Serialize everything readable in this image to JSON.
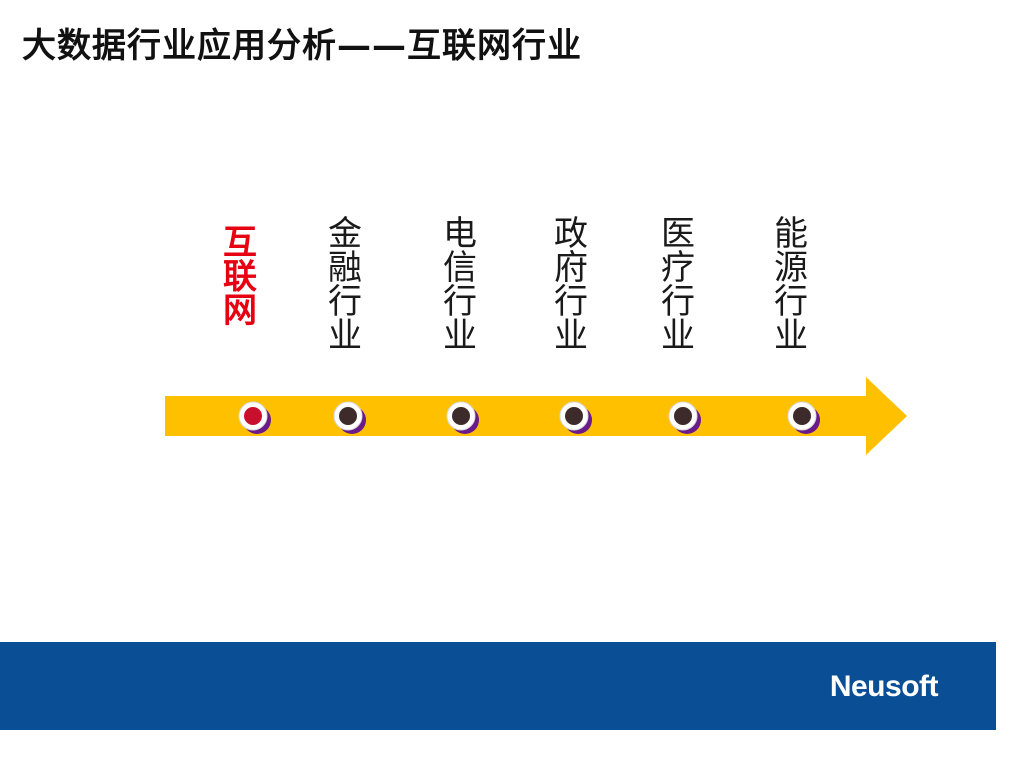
{
  "slide": {
    "title": "大数据行业应用分析——互联网行业"
  },
  "timeline": {
    "items": [
      {
        "label": "互联网",
        "active": true
      },
      {
        "label": "金融行业",
        "active": false
      },
      {
        "label": "电信行业",
        "active": false
      },
      {
        "label": "政府行业",
        "active": false
      },
      {
        "label": "医疗行业",
        "active": false
      },
      {
        "label": "能源行业",
        "active": false
      }
    ],
    "colors": {
      "arrow": "#ffc000",
      "active_text": "#e60012",
      "active_dot": "#c8102e",
      "dot": "#3d2b2b",
      "dot_shadow": "#6a1b8a"
    }
  },
  "footer": {
    "logo": "Neusoft",
    "band_color": "#0a4f96"
  }
}
